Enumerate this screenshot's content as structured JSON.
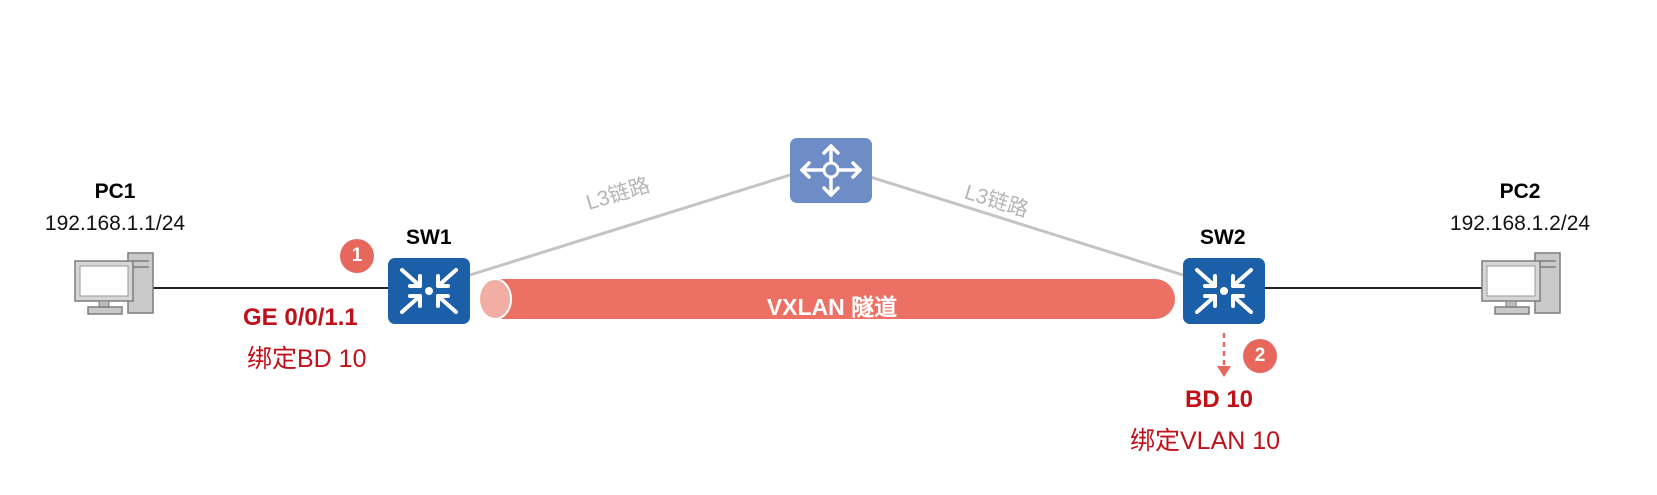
{
  "pc1": {
    "name": "PC1",
    "ip": "192.168.1.1/24"
  },
  "pc2": {
    "name": "PC2",
    "ip": "192.168.1.2/24"
  },
  "sw1": {
    "name": "SW1",
    "interface": "GE 0/0/1.1",
    "binding": "绑定BD 10"
  },
  "sw2": {
    "name": "SW2",
    "bd": "BD 10",
    "binding": "绑定VLAN 10"
  },
  "links": {
    "left_label": "L3链路",
    "right_label": "L3链路"
  },
  "tunnel": {
    "label": "VXLAN 隧道"
  },
  "badges": {
    "step1": "1",
    "step2": "2"
  },
  "colors": {
    "switch_blue": "#1a5fa8",
    "router_blue": "#6e8dc6",
    "tunnel_red": "#ec7063",
    "badge_red": "#e8675c",
    "label_red": "#c0101a",
    "link_gray": "#c4c4c4"
  },
  "icons": {
    "pc": "desktop-computer-icon",
    "switch": "l3-switch-icon",
    "router": "router-icon"
  }
}
